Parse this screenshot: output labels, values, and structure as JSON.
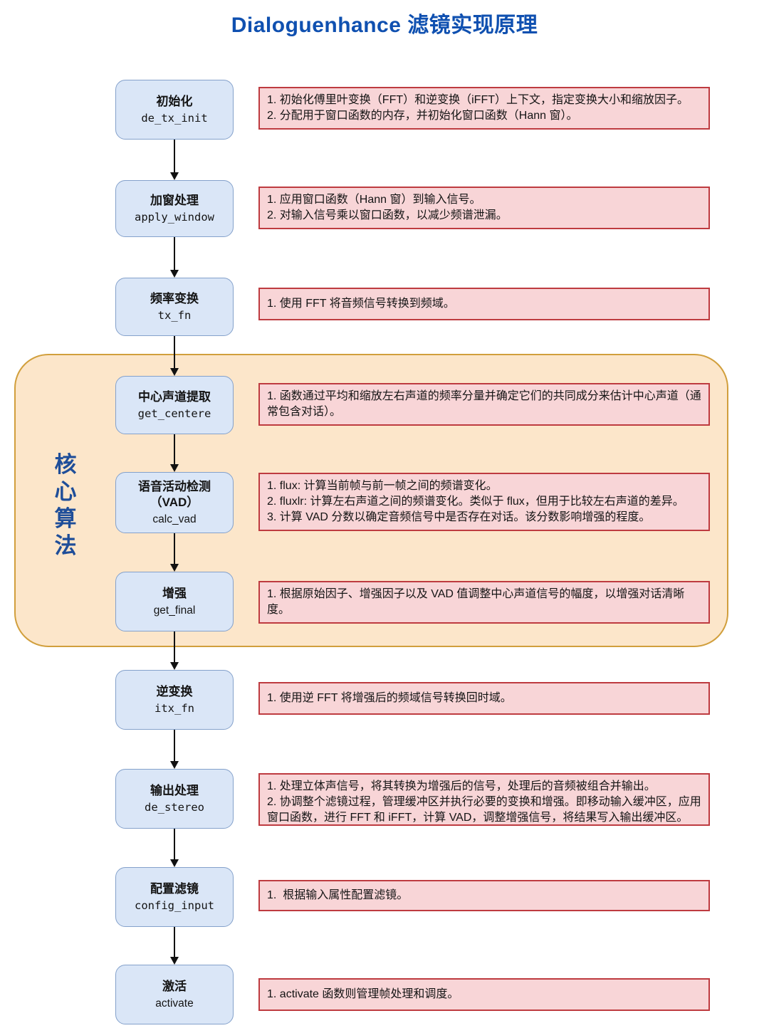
{
  "title": "Dialoguenhance 滤镜实现原理",
  "core_group_label": "核心算法",
  "colors": {
    "title_blue": "#0f50b0",
    "node_fill": "#dae6f7",
    "node_border": "#84a1cb",
    "desc_fill": "#f8d5d7",
    "desc_border": "#be3b40",
    "panel_fill": "#fce6ca",
    "panel_border": "#d19f3c",
    "core_label_blue": "#1f4e99"
  },
  "nodes": [
    {
      "title": "初始化",
      "fn": "de_tx_init",
      "desc": "1. 初始化傅里叶变换（FFT）和逆变换（iFFT）上下文，指定变换大小和缩放因子。\n2. 分配用于窗口函数的内存，并初始化窗口函数（Hann 窗）。"
    },
    {
      "title": "加窗处理",
      "fn": "apply_window",
      "desc": "1. 应用窗口函数（Hann 窗）到输入信号。\n2. 对输入信号乘以窗口函数，以减少频谱泄漏。"
    },
    {
      "title": "频率变换",
      "fn": "tx_fn",
      "desc": "1. 使用 FFT 将音频信号转换到频域。"
    },
    {
      "title": "中心声道提取",
      "fn": "get_centere",
      "desc": "1. 函数通过平均和缩放左右声道的频率分量并确定它们的共同成分来估计中心声道（通常包含对话）。"
    },
    {
      "title": "语音活动检测",
      "title2": "（VAD）",
      "fn": "calc_vad",
      "desc": "1. flux: 计算当前帧与前一帧之间的频谱变化。\n2. fluxlr: 计算左右声道之间的频谱变化。类似于 flux，但用于比较左右声道的差异。\n3. 计算 VAD 分数以确定音频信号中是否存在对话。该分数影响增强的程度。"
    },
    {
      "title": "增强",
      "fn": "get_final",
      "desc": "1. 根据原始因子、增强因子以及 VAD 值调整中心声道信号的幅度，以增强对话清晰度。"
    },
    {
      "title": "逆变换",
      "fn": "itx_fn",
      "desc": "1. 使用逆 FFT 将增强后的频域信号转换回时域。"
    },
    {
      "title": "输出处理",
      "fn": "de_stereo",
      "desc": "1. 处理立体声信号，将其转换为增强后的信号，处理后的音频被组合并输出。\n2. 协调整个滤镜过程，管理缓冲区并执行必要的变换和增强。即移动输入缓冲区，应用窗口函数，进行 FFT 和 iFFT，计算 VAD，调整增强信号，将结果写入输出缓冲区。"
    },
    {
      "title": "配置滤镜",
      "fn": "config_input",
      "desc": "1.  根据输入属性配置滤镜。"
    },
    {
      "title": "激活",
      "fn": "activate",
      "desc": "1. activate 函数则管理帧处理和调度。"
    }
  ]
}
